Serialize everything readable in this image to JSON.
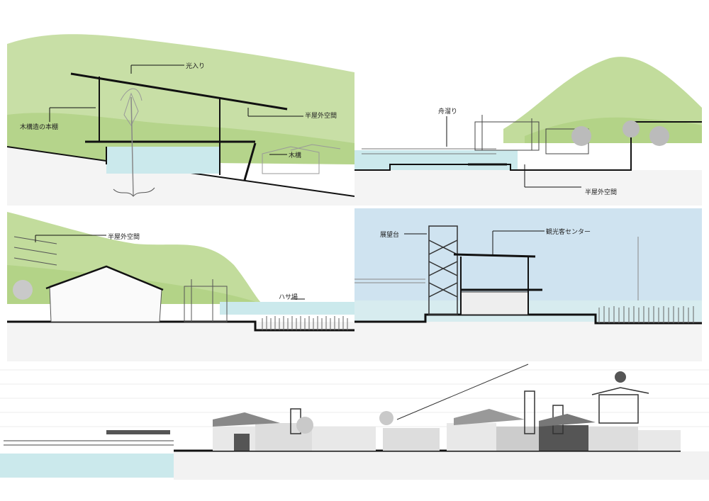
{
  "panels": {
    "p1": {
      "light_label": "光入り",
      "timber_shelf_label": "木構造の本棚",
      "semi_outdoor_label": "半屋外空間",
      "wooden_frame_label": "木構"
    },
    "p2": {
      "boat_label": "舟溜り",
      "semi_outdoor_label": "半屋外空間"
    },
    "p3": {
      "semi_outdoor_label": "半屋外空間",
      "drying_label": "ハサ場"
    },
    "p4": {
      "observation_label": "展望台",
      "visitor_center_label": "観光客センター"
    }
  },
  "colors": {
    "mountain": "#b9d890",
    "mountain_dark": "#9cc46a",
    "water": "#bfe3e6",
    "sky": "#cfe3f0",
    "line": "#111111"
  }
}
